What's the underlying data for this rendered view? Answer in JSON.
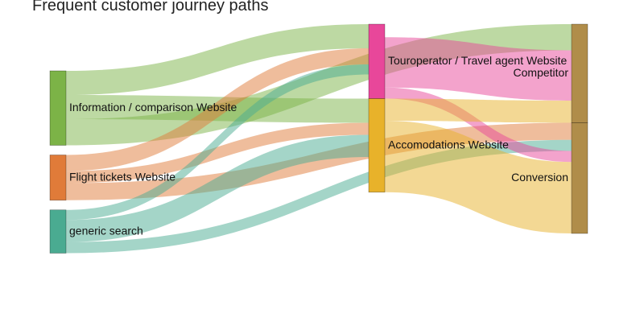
{
  "chart_data": {
    "type": "sankey",
    "title": "Frequent customer journey paths",
    "nodes": [
      {
        "id": "info",
        "label": "Information / comparison Website",
        "color": "#7cb347",
        "column": 0
      },
      {
        "id": "flight",
        "label": "Flight tickets Website",
        "color": "#e07b39",
        "column": 0
      },
      {
        "id": "generic",
        "label": "generic search",
        "color": "#4aab91",
        "column": 0
      },
      {
        "id": "tour",
        "label": "Touroperator / Travel agent Website",
        "color": "#e8479a",
        "column": 1
      },
      {
        "id": "accom",
        "label": "Accomodations Website",
        "color": "#e8b22a",
        "column": 1
      },
      {
        "id": "competitor",
        "label": "Competitor",
        "color": "#b08d4a",
        "column": 2
      },
      {
        "id": "conversion",
        "label": "Conversion",
        "color": "#b08d4a",
        "column": 2
      }
    ],
    "links": [
      {
        "source": "info",
        "target": "tour",
        "value": 24
      },
      {
        "source": "info",
        "target": "competitor",
        "value": 26
      },
      {
        "source": "info",
        "target": "accom",
        "value": 24
      },
      {
        "source": "flight",
        "target": "tour",
        "value": 16
      },
      {
        "source": "flight",
        "target": "conversion",
        "value": 17
      },
      {
        "source": "flight",
        "target": "accom",
        "value": 12
      },
      {
        "source": "generic",
        "target": "tour",
        "value": 10
      },
      {
        "source": "generic",
        "target": "accom",
        "value": 22
      },
      {
        "source": "generic",
        "target": "conversion",
        "value": 11
      },
      {
        "source": "tour",
        "target": "competitor",
        "value": 50
      },
      {
        "source": "tour",
        "target": "conversion",
        "value": 11
      },
      {
        "source": "tour",
        "target": "accom",
        "value": 13
      },
      {
        "source": "accom",
        "target": "conversion",
        "value": 71
      },
      {
        "source": "accom",
        "target": "competitor",
        "value": 22
      }
    ]
  }
}
